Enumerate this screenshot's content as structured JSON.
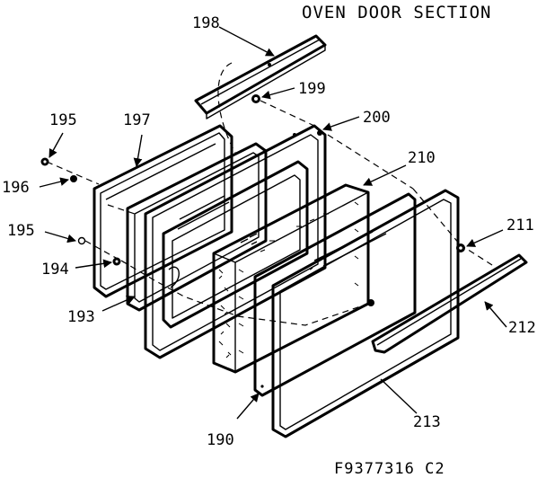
{
  "diagram": {
    "title": "OVEN DOOR SECTION",
    "drawing_code": "F9377316 C2",
    "part_labels": [
      "198",
      "199",
      "200",
      "197",
      "195",
      "196",
      "195",
      "194",
      "193",
      "210",
      "211",
      "212",
      "213",
      "190"
    ]
  }
}
